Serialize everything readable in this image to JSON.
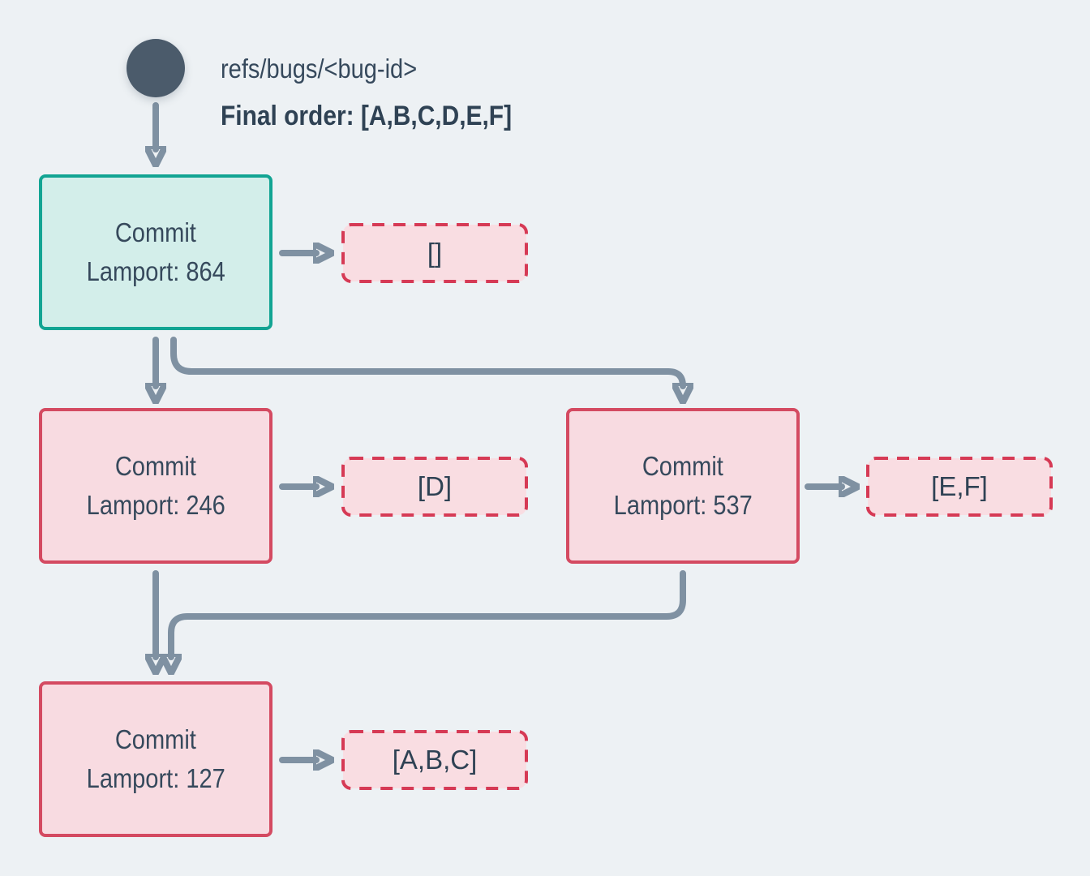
{
  "header": {
    "ref_label": "refs/bugs/<bug-id>",
    "final_order": "Final order: [A,B,C,D,E,F]"
  },
  "nodes": [
    {
      "title": "Commit",
      "lamport": "Lamport: 864",
      "payload": "[]",
      "role": "head-commit"
    },
    {
      "title": "Commit",
      "lamport": "Lamport: 246",
      "payload": "[D]",
      "role": "commit"
    },
    {
      "title": "Commit",
      "lamport": "Lamport: 537",
      "payload": "[E,F]",
      "role": "commit"
    },
    {
      "title": "Commit",
      "lamport": "Lamport: 127",
      "payload": "[A,B,C]",
      "role": "commit"
    }
  ],
  "colors": {
    "background": "#edf1f4",
    "text_slate": "#36495c",
    "ref_circle": "#4b5b6b",
    "arrow_gray": "#7f91a2",
    "head_node_border": "#12a493",
    "head_node_fill": "#d3eeea",
    "commit_node_border": "#d44a61",
    "commit_node_fill": "#f8dbe1",
    "payload_border": "#d63a55",
    "payload_fill": "#f9dde2"
  }
}
